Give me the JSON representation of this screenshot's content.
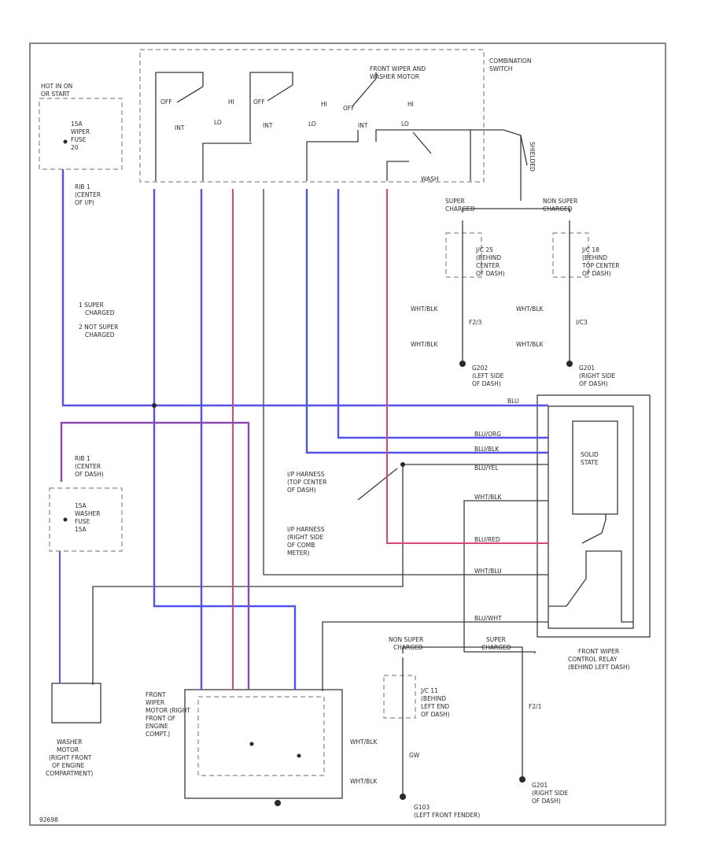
{
  "colors": {
    "blue_wire": "#5252ee",
    "pink_wire": "#d9477a",
    "gray_wire": "#6a6a6a",
    "purple_wire": "#8a4ab0"
  },
  "labels": {
    "hot_in_on": [
      "HOT IN ON",
      "OR START"
    ],
    "wiper_fuse": [
      "15A",
      "WIPER",
      "FUSE",
      "20"
    ],
    "rib1_ip": [
      "RIB 1",
      "(CENTER",
      "OF I/P)"
    ],
    "combo_switch": [
      "COMBINATION",
      "SWITCH"
    ],
    "front_wiper_washer": [
      "FRONT WIPER AND",
      "WASHER MOTOR"
    ],
    "sw_off": "OFF",
    "sw_int": "INT",
    "sw_lo": "LO",
    "sw_hi": "HI",
    "sw_washer": "WASH",
    "shielded": "SHIELDED",
    "super_charged": [
      "SUPER",
      "CHARGED"
    ],
    "non_super_charged": [
      "NON SUPER",
      "CHARGED"
    ],
    "jc25": [
      "J/C 25",
      "(BEHIND",
      "CENTER",
      "OF DASH)"
    ],
    "jc18": [
      "J/C 18",
      "(BEHIND",
      "TOP CENTER",
      "OF DASH)"
    ],
    "wht_blk": "WHT/BLK",
    "g202_ref": "F2/3",
    "g201_ref": "I/C3",
    "g202": [
      "G202",
      "(LEFT SIDE",
      "OF DASH)"
    ],
    "g201_top": [
      "G201",
      "(RIGHT SIDE",
      "OF DASH)"
    ],
    "legend": [
      "1 SUPER",
      "CHARGED",
      "2 NOT SUPER",
      "CHARGED"
    ],
    "rib1_dash": [
      "RIB 1",
      "(CENTER",
      "OF DASH)"
    ],
    "washer_fuse": [
      "15A",
      "WASHER",
      "FUSE",
      "15A"
    ],
    "ip_harness_top": [
      "I/P HARNESS",
      "(TOP CENTER",
      "OF DASH)"
    ],
    "ip_harness_right": [
      "I/P HARNESS",
      "(RIGHT SIDE",
      "OF COMB",
      "METER)"
    ],
    "solid_state": [
      "SOLID",
      "STATE"
    ],
    "wire_blu": "BLU",
    "wire_blu_org": "BLU/ORG",
    "wire_blu_blk": "BLU/BLK",
    "wire_blu_yel": "BLU/YEL",
    "wire_blu_red": "BLU/RED",
    "wire_wht_blu": "WHT/BLU",
    "wire_blu_wht": "BLU/WHT",
    "front_wiper_relay": [
      "FRONT WIPER",
      "CONTROL RELAY",
      "(BEHIND LEFT DASH)"
    ],
    "front_wiper_motor": [
      "FRONT",
      "WIPER",
      "MOTOR (RIGHT",
      "FRONT OF",
      "ENGINE",
      "COMPT.)"
    ],
    "washer_motor": [
      "WASHER",
      "MOTOR",
      "(RIGHT FRONT",
      "OF ENGINE",
      "COMPARTMENT)"
    ],
    "jc11": [
      "J/C 11",
      "(BEHIND",
      "LEFT END",
      "OF DASH)"
    ],
    "g103": [
      "G103",
      "(LEFT FRONT FENDER)"
    ],
    "g201_bottom": [
      "G201",
      "(RIGHT SIDE",
      "OF DASH)"
    ],
    "g103_ref": "GW",
    "bottom_ref": "F2/1",
    "fig_code": "92698"
  }
}
